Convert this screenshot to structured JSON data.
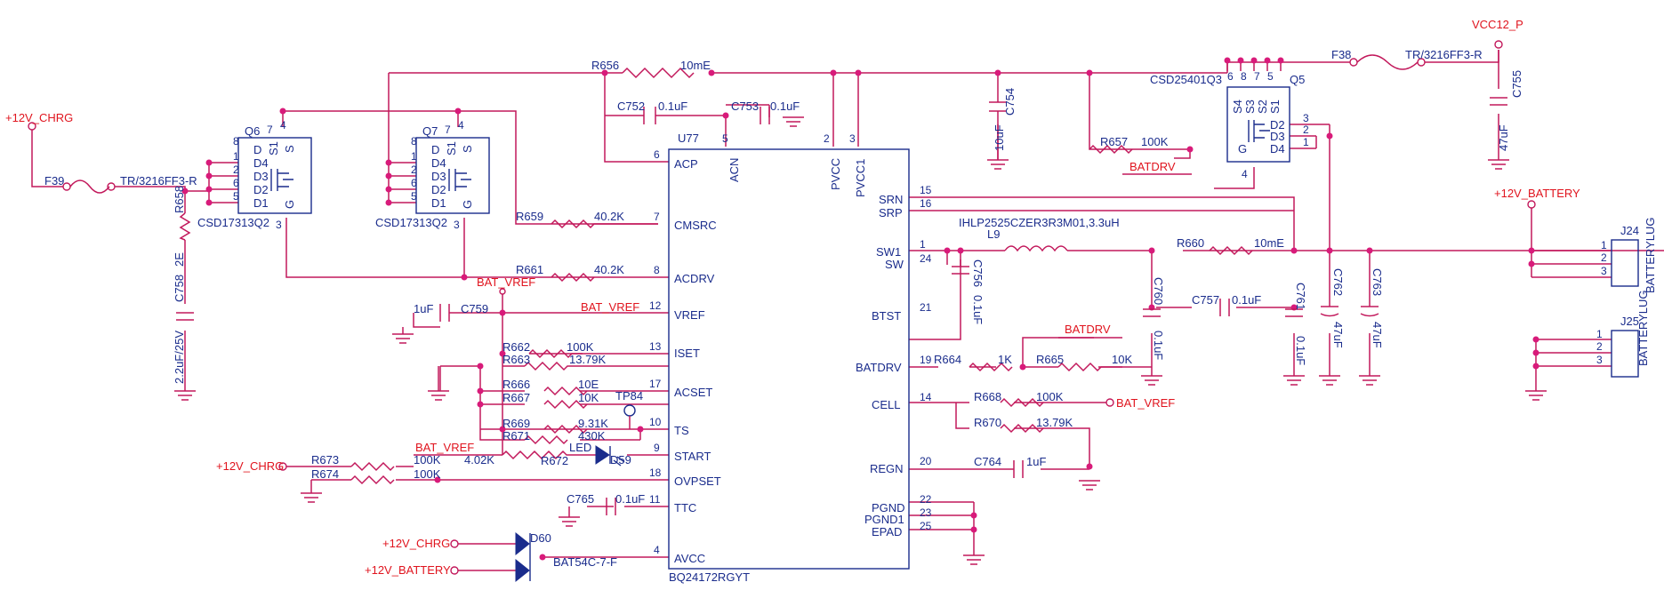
{
  "ic": {
    "name": "U77",
    "part": "BQ24172RGYT",
    "pins_left": [
      {
        "num": "6",
        "name": "ACP"
      },
      {
        "num": "7",
        "name": "CMSRC"
      },
      {
        "num": "8",
        "name": "ACDRV"
      },
      {
        "num": "12",
        "name": "VREF"
      },
      {
        "num": "13",
        "name": "ISET"
      },
      {
        "num": "17",
        "name": "ACSET"
      },
      {
        "num": "10",
        "name": "TS"
      },
      {
        "num": "9",
        "name": "START"
      },
      {
        "num": "18",
        "name": "OVPSET"
      },
      {
        "num": "11",
        "name": "TTC"
      },
      {
        "num": "4",
        "name": "AVCC"
      }
    ],
    "pins_top": [
      {
        "num": "5",
        "name": "ACN"
      },
      {
        "num": "2",
        "name": "PVCC"
      },
      {
        "num": "3",
        "name": "PVCC1"
      }
    ],
    "pins_right": [
      {
        "num": "15",
        "name": "SRN"
      },
      {
        "num": "16",
        "name": "SRP"
      },
      {
        "num": "1",
        "name": "SW1"
      },
      {
        "num": "24",
        "name": "SW"
      },
      {
        "num": "21",
        "name": "BTST"
      },
      {
        "num": "19",
        "name": "BATDRV"
      },
      {
        "num": "14",
        "name": "CELL"
      },
      {
        "num": "20",
        "name": "REGN"
      },
      {
        "num": "22",
        "name": "PGND"
      },
      {
        "num": "23",
        "name": "PGND1"
      },
      {
        "num": "25",
        "name": "EPAD"
      }
    ]
  },
  "nets": {
    "chrg": "+12V_CHRG",
    "battery": "+12V_BATTERY",
    "vcc12p": "VCC12_P",
    "bat_vref": "BAT_VREF",
    "batdrv": "BATDRV"
  },
  "components": [
    {
      "ref": "R656",
      "value": "10mE"
    },
    {
      "ref": "C752",
      "value": "0.1uF"
    },
    {
      "ref": "C753",
      "value": "0.1uF"
    },
    {
      "ref": "C754",
      "value": "10uF"
    },
    {
      "ref": "R657",
      "value": "100K"
    },
    {
      "ref": "F38",
      "value": "TR/3216FF3-R"
    },
    {
      "ref": "C755",
      "value": "47uF"
    },
    {
      "ref": "F39",
      "value": "TR/3216FF3-R"
    },
    {
      "ref": "R658",
      "value": "2E"
    },
    {
      "ref": "C758",
      "value": "2.2uF/25V"
    },
    {
      "ref": "R659",
      "value": "40.2K"
    },
    {
      "ref": "R661",
      "value": "40.2K"
    },
    {
      "ref": "C759",
      "value": "1uF"
    },
    {
      "ref": "R662",
      "value": "100K"
    },
    {
      "ref": "R663",
      "value": "13.79K"
    },
    {
      "ref": "R666",
      "value": "10E"
    },
    {
      "ref": "R667",
      "value": "10K"
    },
    {
      "ref": "R669",
      "value": "9.31K"
    },
    {
      "ref": "R671",
      "value": "430K"
    },
    {
      "ref": "R672",
      "value": "4.02K"
    },
    {
      "ref": "R673",
      "value": "100K"
    },
    {
      "ref": "R674",
      "value": "100K"
    },
    {
      "ref": "C765",
      "value": "0.1uF"
    },
    {
      "ref": "L9",
      "value": "IHLP2525CZER3R3M01,3.3uH"
    },
    {
      "ref": "C756",
      "value": "0.1uF"
    },
    {
      "ref": "R660",
      "value": "10mE"
    },
    {
      "ref": "C757",
      "value": "0.1uF"
    },
    {
      "ref": "C760",
      "value": "0.1uF"
    },
    {
      "ref": "C761",
      "value": "0.1uF"
    },
    {
      "ref": "C762",
      "value": "47uF"
    },
    {
      "ref": "C763",
      "value": "47uF"
    },
    {
      "ref": "R664",
      "value": "1K"
    },
    {
      "ref": "R665",
      "value": "10K"
    },
    {
      "ref": "R668",
      "value": "100K"
    },
    {
      "ref": "R670",
      "value": "13.79K"
    },
    {
      "ref": "C764",
      "value": "1uF"
    }
  ],
  "mosfets": [
    {
      "ref": "Q6",
      "part": "CSD17313Q2"
    },
    {
      "ref": "Q7",
      "part": "CSD17313Q2"
    },
    {
      "ref": "Q5",
      "part": "CSD25401Q3"
    }
  ],
  "diodes": [
    {
      "ref": "D59",
      "label": "LED"
    },
    {
      "ref": "D60",
      "part": "BAT54C-7-F"
    }
  ],
  "testpoint": "TP84",
  "connectors": [
    {
      "ref": "J24",
      "label": "BATTERYLUG",
      "pins": [
        "1",
        "2",
        "3"
      ]
    },
    {
      "ref": "J25",
      "label": "BATTERYLUG",
      "pins": [
        "1",
        "2",
        "3"
      ]
    }
  ],
  "fet_pins": {
    "d": "D",
    "s1": "S1",
    "s": "S",
    "g": "G",
    "d1": "D1",
    "d2": "D2",
    "d3": "D3",
    "d4": "D4",
    "s2": "S2",
    "s3": "S3",
    "s4": "S4"
  },
  "colors": {
    "wire": "#c2185b",
    "component": "#1a2c8c",
    "net_label": "#e0141e"
  }
}
